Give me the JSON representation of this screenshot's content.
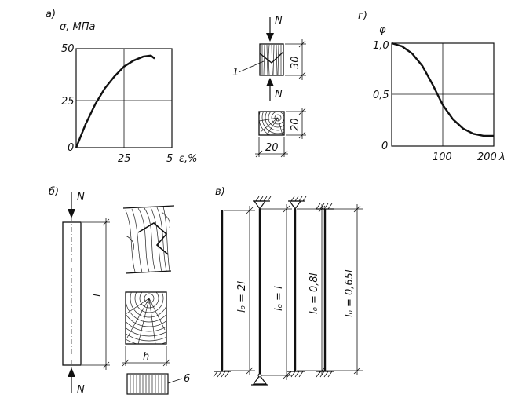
{
  "panel_a": {
    "label": "а)",
    "y_axis_label": "σ, МПа",
    "x_axis_label": "ε,%",
    "y_ticks": [
      "50",
      "25",
      "0"
    ],
    "x_ticks": [
      "25",
      "5"
    ],
    "curve": [
      [
        0,
        0
      ],
      [
        0.5,
        12
      ],
      [
        1,
        22
      ],
      [
        1.5,
        30
      ],
      [
        2,
        36
      ],
      [
        2.5,
        41
      ],
      [
        3,
        44
      ],
      [
        3.5,
        46
      ],
      [
        3.9,
        46.5
      ],
      [
        4.1,
        45
      ]
    ]
  },
  "specimen": {
    "force_top": "N",
    "force_bottom": "N",
    "callout": "1",
    "height_dim": "30",
    "section_height_dim": "20",
    "section_width_dim": "20"
  },
  "panel_g": {
    "label": "г)",
    "y_axis_label": "φ",
    "x_axis_label": "λ",
    "y_ticks": [
      "1,0",
      "0,5",
      "0"
    ],
    "x_ticks": [
      "100",
      "200"
    ],
    "curve": [
      [
        0,
        1.0
      ],
      [
        20,
        0.97
      ],
      [
        40,
        0.9
      ],
      [
        60,
        0.78
      ],
      [
        80,
        0.6
      ],
      [
        100,
        0.4
      ],
      [
        120,
        0.26
      ],
      [
        140,
        0.17
      ],
      [
        160,
        0.12
      ],
      [
        180,
        0.1
      ],
      [
        200,
        0.1
      ]
    ]
  },
  "panel_b": {
    "label": "б)",
    "force_top": "N",
    "force_bottom": "N",
    "length_label": "l",
    "section_width_label": "h",
    "callout": "6"
  },
  "panel_v": {
    "label": "в)",
    "columns": [
      {
        "formula": "l₀ = 2l"
      },
      {
        "formula": "l₀ = l"
      },
      {
        "formula": "l₀ = 0,8l"
      },
      {
        "formula": "l₀ = 0,65l"
      }
    ]
  }
}
